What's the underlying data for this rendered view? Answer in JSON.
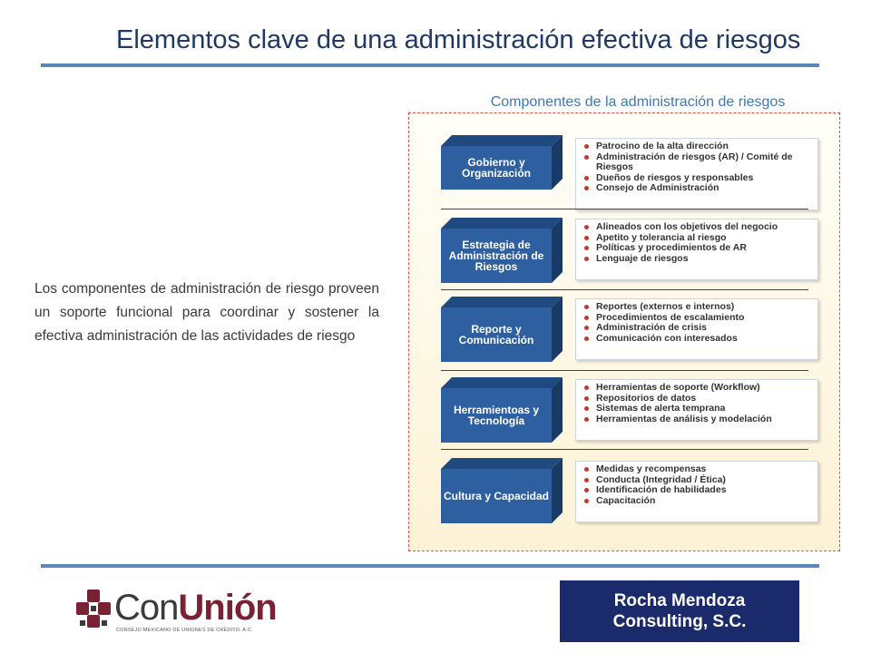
{
  "title": "Elementos clave de una administración efectiva de riesgos",
  "body_text": "Los componentes de administración de riesgo proveen un soporte funcional para coordinar y sostener la efectiva administración de las actividades de riesgo",
  "panel": {
    "title": "Componentes de la administración de riesgos",
    "border_color": "#d9534f",
    "box_color": "#2e5fa0",
    "components": [
      {
        "label": "Gobierno y Organización",
        "items": [
          "Patrocino de la alta dirección",
          "Administración de riesgos (AR)  / Comité de Riesgos",
          "Dueños de riesgos y responsables",
          "Consejo de Administración"
        ]
      },
      {
        "label": "Estrategia de Administración de Riesgos",
        "items": [
          "Alineados con los objetivos del negocio",
          "Apetito y tolerancia al riesgo",
          "Políticas y procedimientos de AR",
          "Lenguaje de riesgos"
        ]
      },
      {
        "label": "Reporte y Comunicación",
        "items": [
          "Reportes (externos e internos)",
          "Procedimientos de escalamiento",
          "Administración de crisis",
          "Comunicación con interesados"
        ]
      },
      {
        "label": "Herramientoas y Tecnología",
        "items": [
          "Herramientas de soporte (Workflow)",
          "Repositorios de datos",
          "Sistemas de alerta temprana",
          "Herramientas de análisis y modelación"
        ]
      },
      {
        "label": "Cultura y Capacidad",
        "items": [
          "Medidas y recompensas",
          "Conducta (Integridad / Ética)",
          "Identificación de habilidades",
          "Capacitación"
        ]
      }
    ]
  },
  "logo": {
    "word_plain": "Con",
    "word_bold": "Unión",
    "tagline": "CONSEJO MEXICANO DE UNIONES DE CRÉDITO, A.C.",
    "colors": {
      "primary": "#7a2233",
      "secondary": "#3a3a3a"
    }
  },
  "consultant": {
    "line1": "Rocha Mendoza",
    "line2": "Consulting, S.C.",
    "bg_color": "#1b2a6b"
  }
}
